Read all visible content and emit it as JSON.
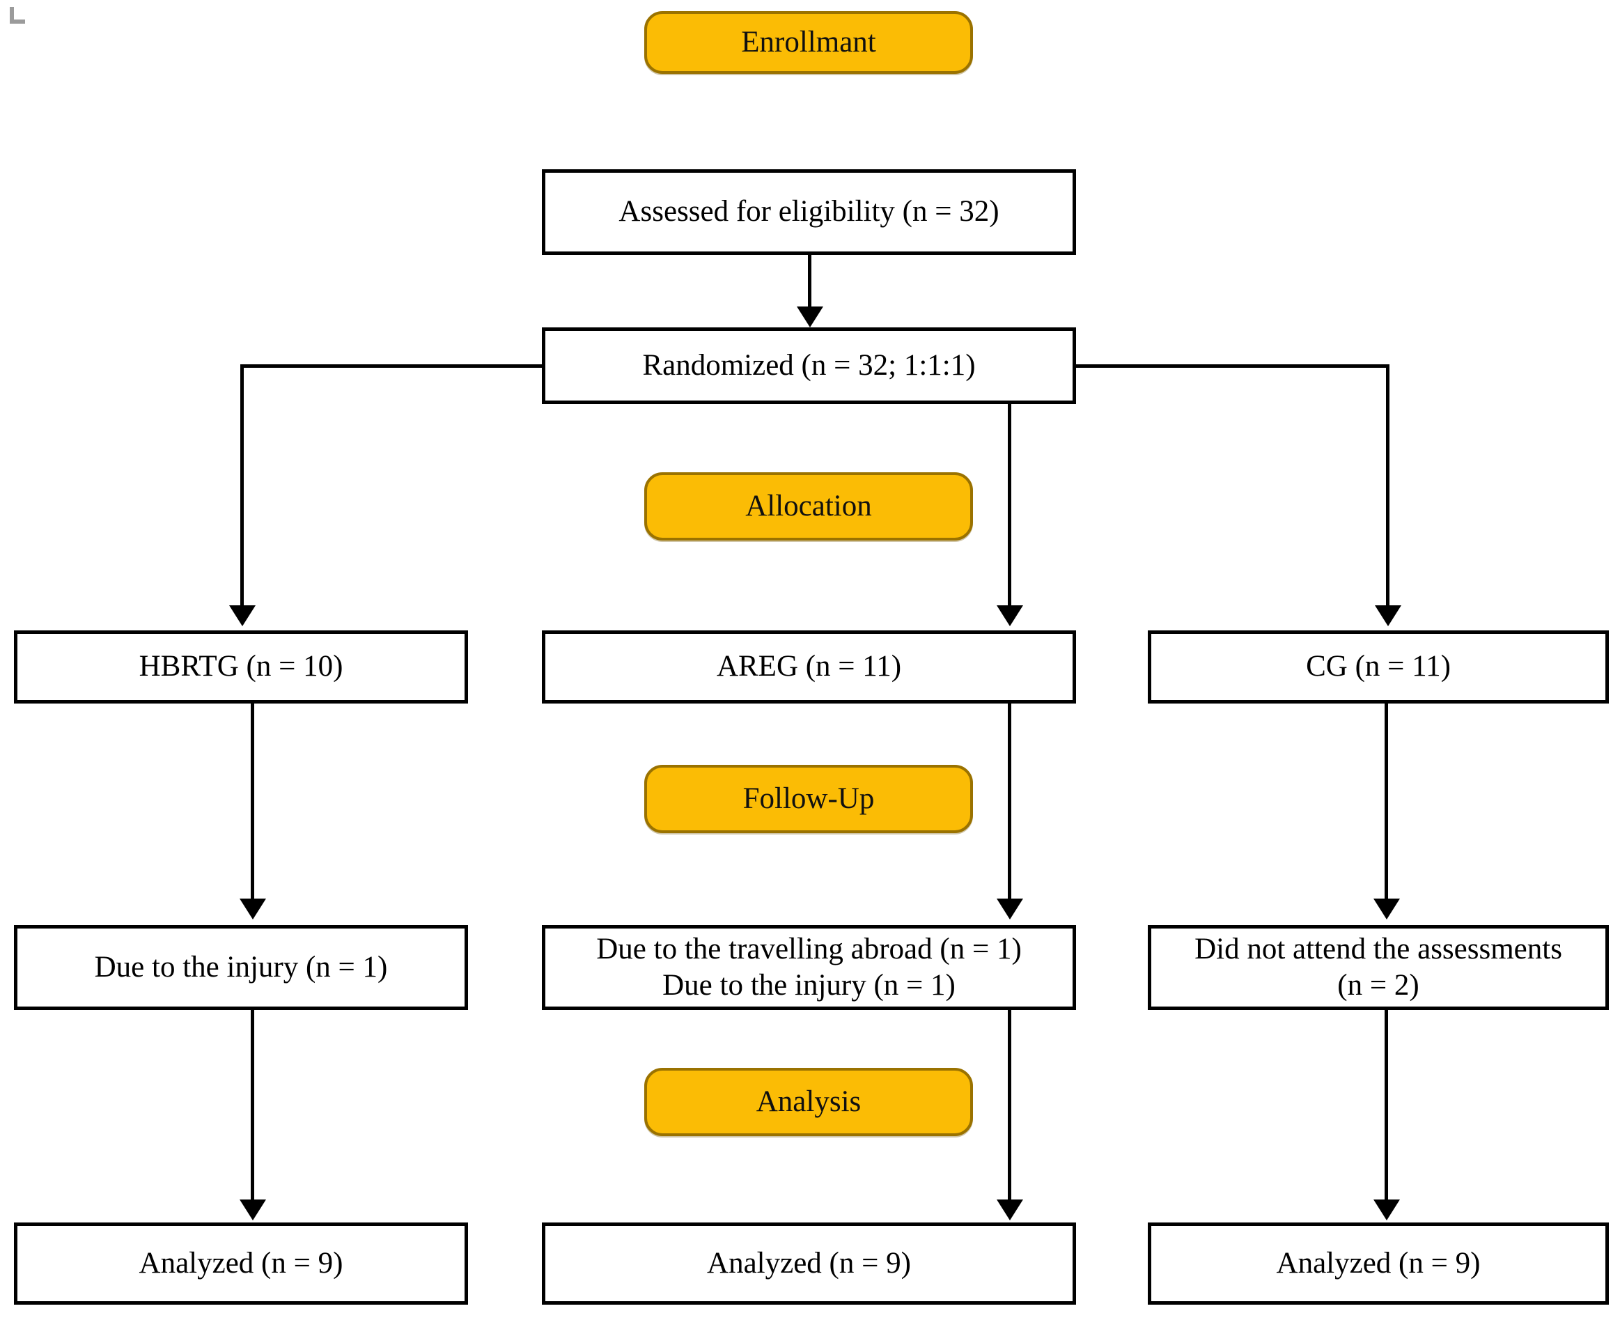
{
  "diagram": {
    "title": "CONSORT participant flow diagram",
    "type": "flowchart",
    "colors": {
      "stage_fill": "#FBBC05",
      "stage_border": "#9A7200",
      "box_border": "#000000",
      "box_fill": "#FFFFFF",
      "text": "#000000",
      "corner_mark": "#9B9B9B"
    },
    "stages": [
      {
        "key": "enrollment",
        "label": "Enrollmant"
      },
      {
        "key": "allocation",
        "label": "Allocation"
      },
      {
        "key": "followup",
        "label": "Follow-Up"
      },
      {
        "key": "analysis",
        "label": "Analysis"
      }
    ],
    "enrollment": {
      "assessed": "Assessed for eligibility (n = 32)",
      "randomized": "Randomized (n = 32; 1:1:1)"
    },
    "allocation_row": {
      "left": "HBRTG (n = 10)",
      "middle": "AREG (n = 11)",
      "right": "CG (n = 11)"
    },
    "followup_row": {
      "left": "Due to the injury (n = 1)",
      "middle": "Due to the travelling abroad (n = 1)\nDue to the injury (n = 1)",
      "right": "Did not attend the assessments\n(n = 2)"
    },
    "analysis_row": {
      "left": "Analyzed (n = 9)",
      "middle": "Analyzed (n = 9)",
      "right": "Analyzed (n = 9)"
    },
    "counts": {
      "assessed_n": 32,
      "randomized_n": 32,
      "randomization_ratio": "1:1:1",
      "hbrtg_allocated_n": 10,
      "areg_allocated_n": 11,
      "cg_allocated_n": 11,
      "hbrtg_lost_n": 1,
      "areg_lost_n": 2,
      "cg_lost_n": 2,
      "hbrtg_analyzed_n": 9,
      "areg_analyzed_n": 9,
      "cg_analyzed_n": 9
    }
  }
}
